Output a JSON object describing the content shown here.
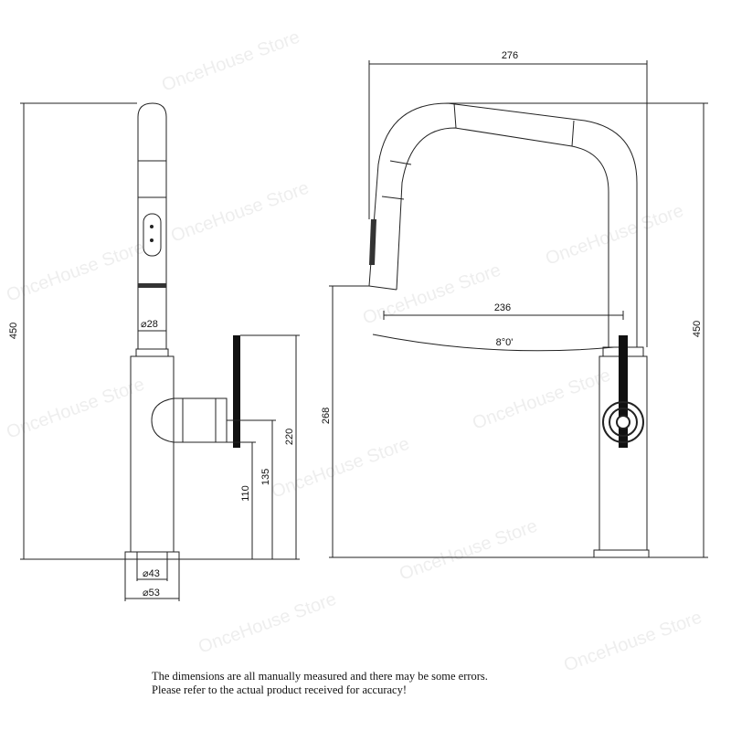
{
  "dimensions": {
    "left_height": "450",
    "spout_diameter": "⌀28",
    "handle_height": "220",
    "outlet_height_135": "135",
    "outlet_height_110": "110",
    "base_inner_diameter": "⌀43",
    "base_outer_diameter": "⌀53",
    "reach_width": "276",
    "spout_reach": "236",
    "spout_angle": "8°0'",
    "spout_clearance": "268",
    "right_height": "450"
  },
  "watermark": "OnceHouse Store",
  "note": {
    "line1": "The dimensions are all manually measured and there may be some errors.",
    "line2": "Please refer to the actual product received for accuracy!"
  }
}
